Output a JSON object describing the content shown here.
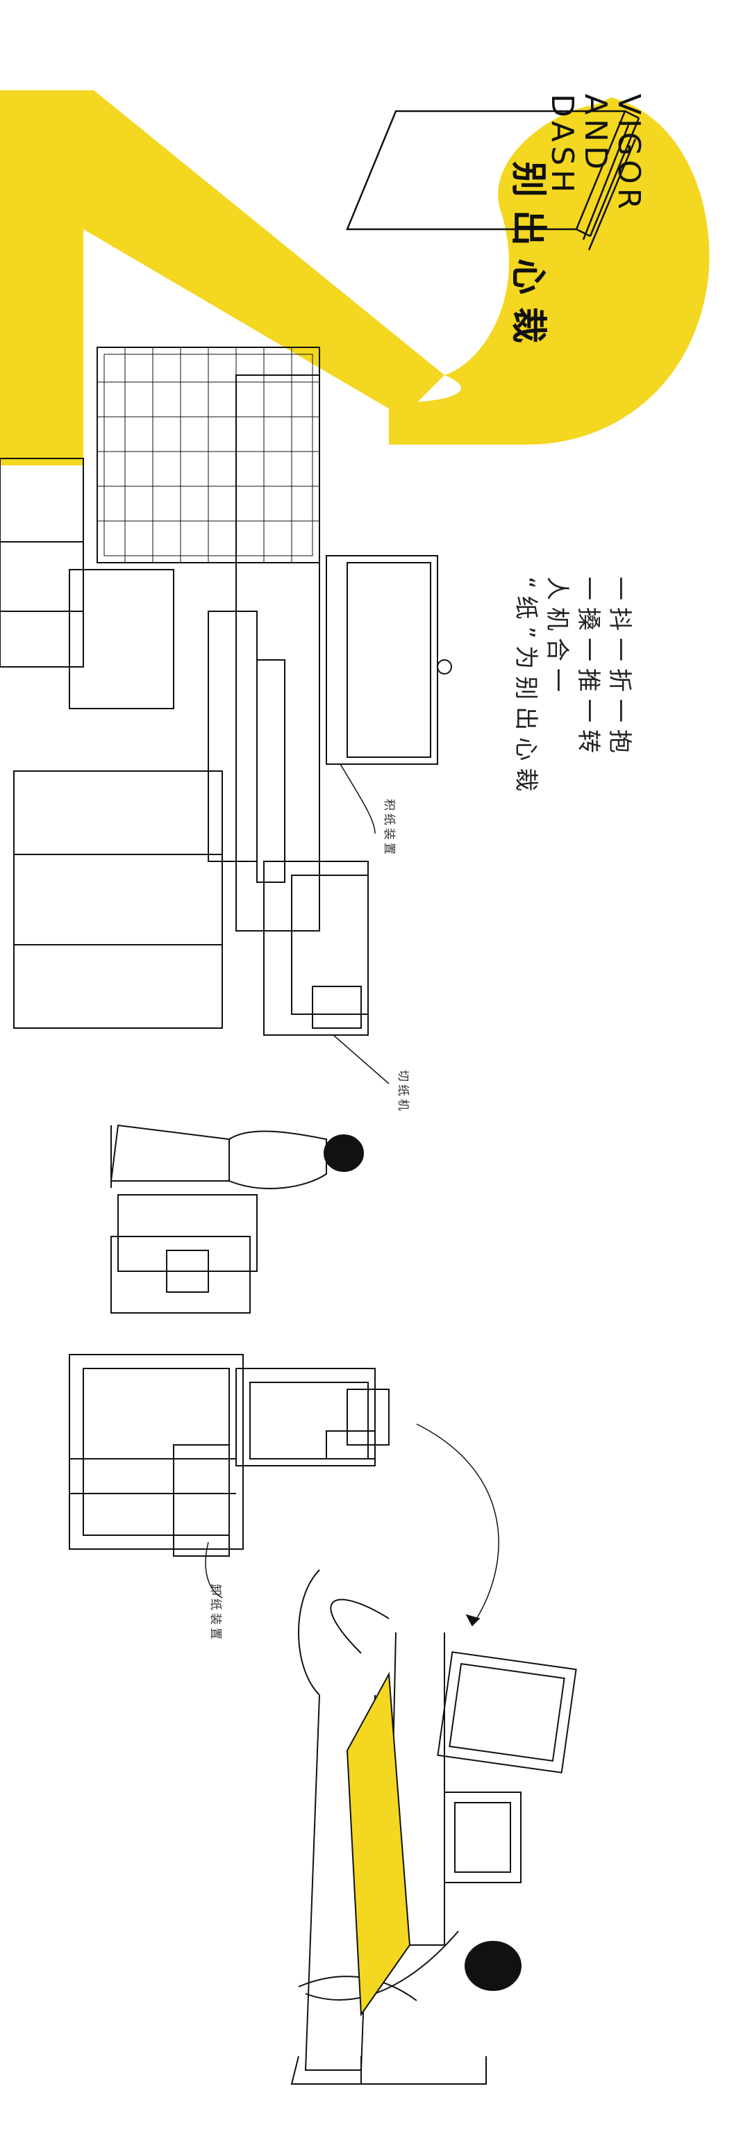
{
  "brand": {
    "en_lines": [
      "VIGOR",
      "AND",
      "DASH"
    ],
    "cn_title": "别出心裁"
  },
  "slogan": {
    "lines": [
      "一抖一折一抱",
      "一搡一推一转",
      "人机合一",
      "“纸”为别出心裁"
    ]
  },
  "labels": {
    "machine_1": "积纸装置",
    "machine_2": "切纸机",
    "machine_3": "卸纸装置"
  },
  "colors": {
    "accent_yellow": "#F3D720",
    "line_ink": "#111111",
    "background": "#FFFFFF"
  }
}
